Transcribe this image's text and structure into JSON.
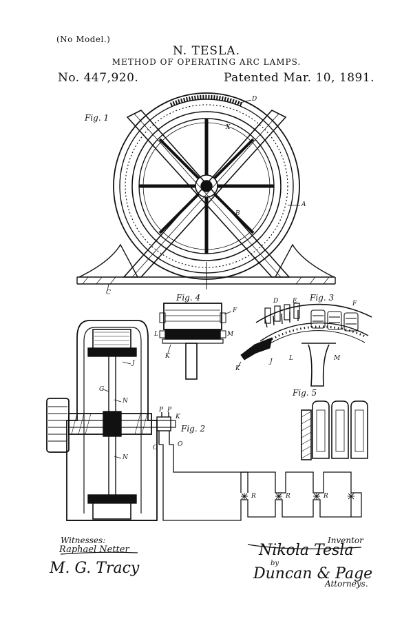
{
  "header": {
    "no_model": "(No Model.)",
    "inventor_name": "N. TESLA.",
    "title": "METHOD OF OPERATING ARC LAMPS.",
    "patent_number": "No. 447,920.",
    "patent_date": "Patented Mar. 10, 1891."
  },
  "figures": {
    "fig1": "Fig. 1",
    "fig2": "Fig. 2",
    "fig3": "Fig. 3",
    "fig4": "Fig. 4",
    "fig5": "Fig. 5"
  },
  "labels": {
    "A": "A",
    "B": "B",
    "C": "C",
    "D": "D",
    "E": "E",
    "F": "F",
    "G": "G",
    "J": "J",
    "K": "K",
    "L": "L",
    "M": "M",
    "N": "N",
    "O": "O",
    "P": "P",
    "R": "R",
    "X": "X"
  },
  "footer": {
    "witnesses_label": "Witnesses:",
    "witness_1": "Raphael Netter",
    "witness_2": "M. G. Tracy",
    "inventor_label": "Inventor",
    "inventor_signature": "Nikola Tesla",
    "by": "by",
    "attorneys_signature": "Duncan & Page",
    "attorneys_label": "Attorneys."
  }
}
